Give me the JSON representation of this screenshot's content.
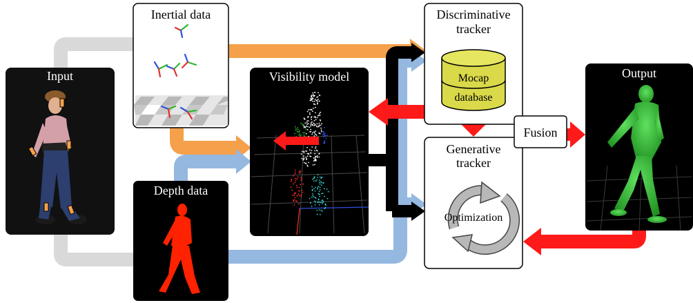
{
  "nodes": {
    "input": {
      "label": "Input"
    },
    "inertial": {
      "label": "Inertial data"
    },
    "depth": {
      "label": "Depth data"
    },
    "visibility": {
      "label": "Visibility model"
    },
    "discriminative": {
      "label_line1": "Discriminative",
      "label_line2": "tracker"
    },
    "database": {
      "label_line1": "Mocap",
      "label_line2": "database"
    },
    "generative": {
      "label_line1": "Generative",
      "label_line2": "tracker"
    },
    "optimization": {
      "label": "Optimization"
    },
    "fusion": {
      "label": "Fusion"
    },
    "output": {
      "label": "Output"
    }
  },
  "colors": {
    "gray_flow": "#d9d9d9",
    "orange_flow": "#f5a04a",
    "blue_flow": "#94b8e0",
    "black_flow": "#000000",
    "red_flow": "#ff1a1a",
    "db_fill": "#d9d94a",
    "depth_red": "#ff2200",
    "output_green": "#33cc33"
  }
}
